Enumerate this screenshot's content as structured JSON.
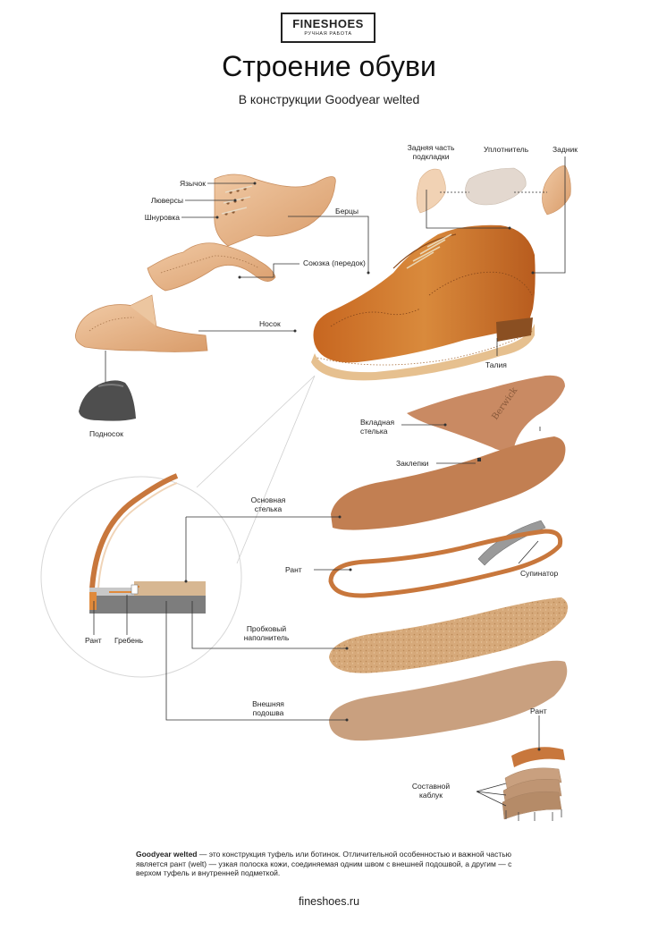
{
  "brand": {
    "name": "FINESHOES",
    "tagline": "РУЧНАЯ РАБОТА"
  },
  "title": "Строение обуви",
  "subtitle": "В конструкции Goodyear welted",
  "labels": {
    "back_lining": "Задняя часть\nподкладки",
    "stiffener": "Уплотнитель",
    "heel_counter": "Задник",
    "tongue": "Язычок",
    "eyelets": "Люверсы",
    "lacing": "Шнуровка",
    "quarters": "Берцы",
    "vamp": "Союзка (передок)",
    "toe": "Носок",
    "toe_puff": "Подносок",
    "waist": "Талия",
    "sock_liner": "Вкладная\nстелька",
    "rivets": "Заклепки",
    "insole": "Основная\nстелька",
    "welt_left": "Рант",
    "shank": "Супинатор",
    "cross_welt": "Рант",
    "cross_rib": "Гребень",
    "cork_filler": "Пробковый\nнаполнитель",
    "outsole": "Внешняя\nподошва",
    "heel_welt": "Рант",
    "stacked_heel": "Составной\nкаблук"
  },
  "description": {
    "term": "Goodyear welted",
    "text": " — это конструкция туфель или ботинок. Отличительной особенностью и важной частью является рант (welt) — узкая полоска кожи, соединяемая одним швом с внешней подошвой, а другим — с верхом туфель и внутренней подметкой."
  },
  "footer": "fineshoes.ru",
  "colors": {
    "leather": "#d58a49",
    "leather_light": "#eec6a0",
    "insole": "#c88658",
    "cork": "#d6a97a",
    "outsole": "#c9a07f",
    "toe_puff": "#505050",
    "stiffener": "#e3d8cf",
    "accent": "#e08a3c",
    "line": "#333333"
  }
}
